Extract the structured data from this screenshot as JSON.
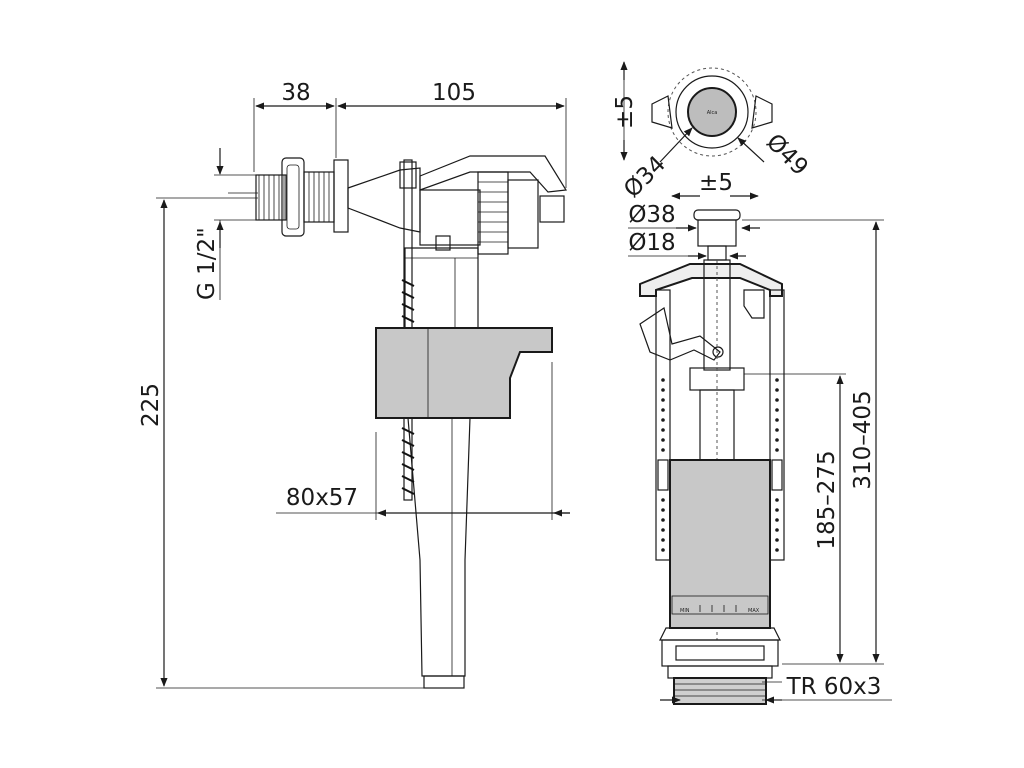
{
  "dimensions": {
    "d38": "38",
    "d105": "105",
    "g_half": "G 1/2\"",
    "d225": "225",
    "d80x57": "80x57",
    "pm5_top": "±5",
    "d34": "Ø34",
    "d49": "Ø49",
    "pm5_mid": "±5",
    "d38_button": "Ø38",
    "d18": "Ø18",
    "d185_275": "185–275",
    "d310_405": "310–405",
    "tr60x3": "TR 60x3"
  },
  "markings": {
    "brand": "Alca",
    "scale_min": "MIN",
    "scale_max": "MAX"
  },
  "colors": {
    "line": "#1a1a1a",
    "body_fill": "#c8c8c8",
    "dark_fill": "#3d3d3d",
    "light_fill": "#e6e6e6"
  }
}
